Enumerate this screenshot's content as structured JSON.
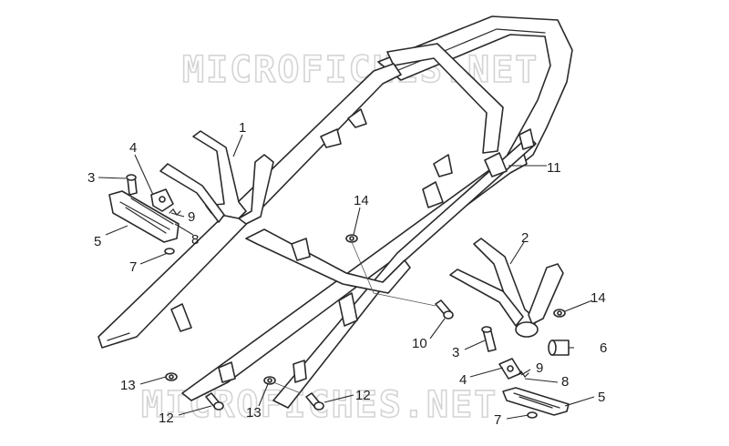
{
  "watermark": "MICROFICHES.NET",
  "callouts": {
    "c1": "1",
    "c2": "2",
    "c3a": "3",
    "c3b": "3",
    "c4a": "4",
    "c4b": "4",
    "c5a": "5",
    "c5b": "5",
    "c6": "6",
    "c7a": "7",
    "c7b": "7",
    "c8a": "8",
    "c8b": "8",
    "c9a": "9",
    "c9b": "9",
    "c10": "10",
    "c11": "11",
    "c12a": "12",
    "c12b": "12",
    "c13a": "13",
    "c13b": "13",
    "c14a": "14",
    "c14b": "14"
  },
  "colors": {
    "line": "#2a2a2a",
    "watermark": "#d4d4d4",
    "background": "#ffffff"
  }
}
